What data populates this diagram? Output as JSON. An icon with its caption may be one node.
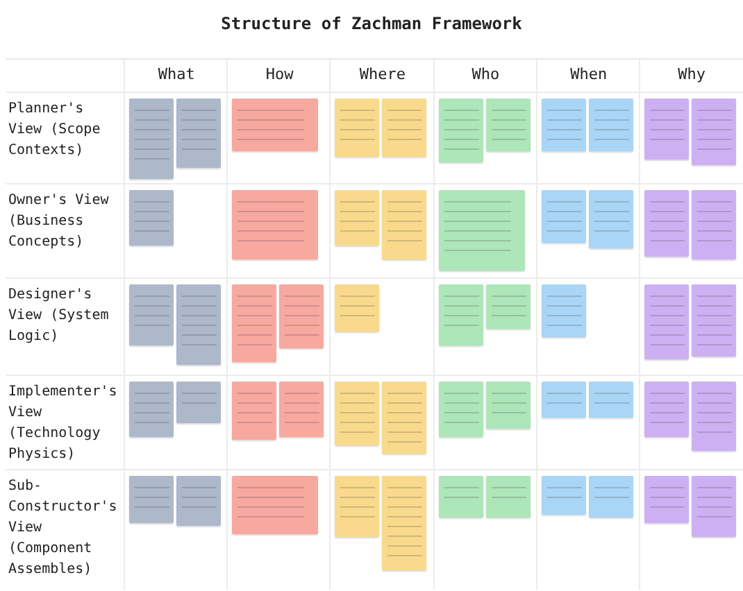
{
  "diagram": {
    "title": "Structure of Zachman Framework",
    "nodes": [
      {
        "text": [],
        "shape": "box"
      },
      {
        "text": [],
        "shape": "box"
      },
      {
        "text": [],
        "shape": "box"
      },
      {
        "text": [],
        "shape": "box"
      },
      {
        "text": [],
        "shape": "box"
      },
      {
        "text": [],
        "shape": "box"
      },
      {
        "text": [],
        "shape": "box"
      },
      {
        "text": [],
        "shape": "box"
      },
      {
        "text": [],
        "shape": "box"
      },
      {
        "text": [],
        "shape": "box"
      },
      {
        "text": [],
        "shape": "box"
      },
      {
        "text": [],
        "shape": "box"
      },
      {
        "text": [],
        "shape": "box"
      },
      {
        "text": [],
        "shape": "box"
      },
      {
        "text": [],
        "shape": "box"
      },
      {
        "text": [],
        "shape": "box"
      },
      {
        "text": [],
        "shape": "box"
      },
      {
        "text": [],
        "shape": "box"
      },
      {
        "text": [],
        "shape": "box"
      },
      {
        "text": [],
        "shape": "box"
      },
      {
        "text": [],
        "shape": "box"
      },
      {
        "text": [],
        "shape": "box"
      },
      {
        "text": [],
        "shape": "box"
      },
      {
        "text": [],
        "shape": "box"
      },
      {
        "text": [],
        "shape": "box"
      },
      {
        "text": [],
        "shape": "box"
      },
      {
        "text": [],
        "shape": "box"
      },
      {
        "text": [],
        "shape": "box"
      },
      {
        "text": [],
        "shape": "box"
      },
      {
        "text": [],
        "shape": "box"
      },
      {
        "text": [],
        "shape": "box"
      },
      {
        "text": [],
        "shape": "box"
      },
      {
        "text": [],
        "shape": "box"
      },
      {
        "text": [],
        "shape": "box"
      },
      {
        "text": [],
        "shape": "box"
      },
      {
        "text": [],
        "shape": "box"
      },
      {
        "text": [],
        "shape": "box"
      },
      {
        "text": [],
        "shape": "box"
      },
      {
        "text": [],
        "shape": "box"
      },
      {
        "text": [],
        "shape": "box"
      },
      {
        "text": [],
        "shape": "box"
      },
      {
        "text": [],
        "shape": "box"
      },
      {
        "text": [],
        "shape": "box"
      },
      {
        "text": [],
        "shape": "box"
      },
      {
        "text": [],
        "shape": "box"
      },
      {
        "text": [],
        "shape": "box"
      },
      {
        "text": [],
        "shape": "box"
      },
      {
        "text": [],
        "shape": "box"
      },
      {
        "text": [],
        "shape": "box"
      },
      {
        "text": [],
        "shape": "box"
      },
      {
        "text": [],
        "shape": "box"
      },
      {
        "text": [],
        "shape": "box"
      },
      {
        "text": [],
        "shape": "box"
      }
    ],
    "labels": [
      "What",
      "How",
      "Where",
      "Who",
      "When",
      "Why",
      "Planner's View (Scope Contexts)",
      "Owner's View (Business Concepts)",
      "Designer's View (System Logic)",
      "Implementer's View (Technology Physics)",
      "Sub-Constructor's View (Component Assembles)"
    ]
  }
}
